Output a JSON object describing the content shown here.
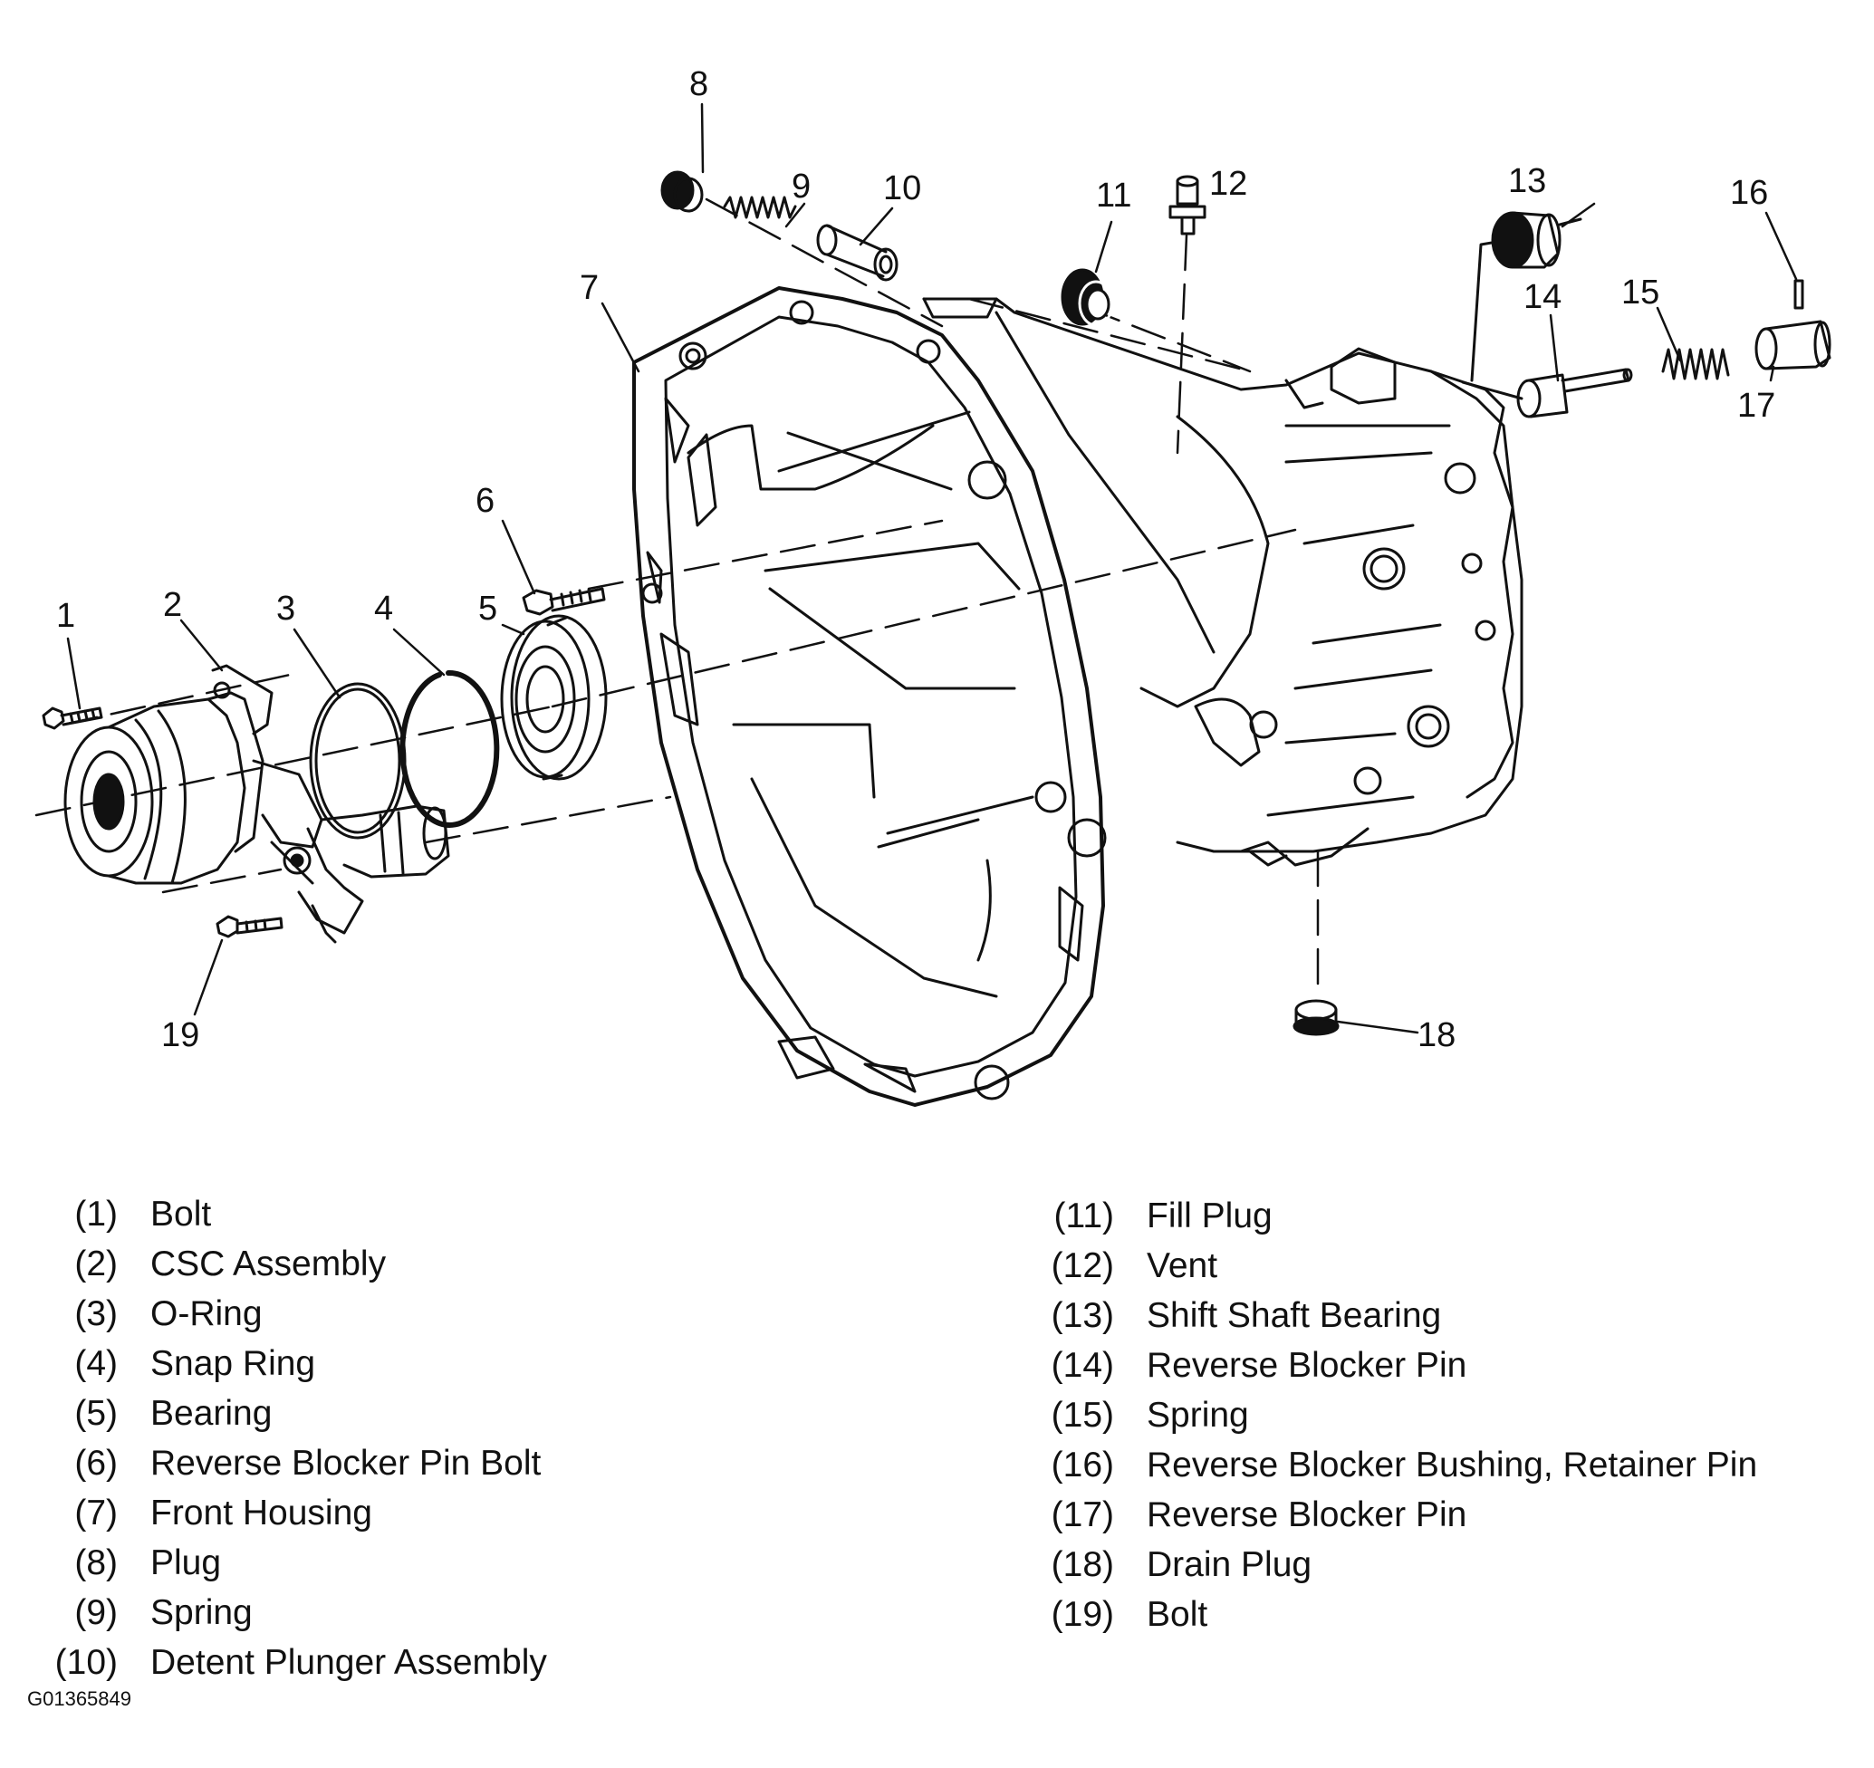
{
  "callouts": [
    "1",
    "2",
    "3",
    "4",
    "5",
    "6",
    "7",
    "8",
    "9",
    "10",
    "11",
    "12",
    "13",
    "14",
    "15",
    "16",
    "17",
    "18",
    "19"
  ],
  "legend_left": [
    {
      "num": "(1)",
      "label": "Bolt"
    },
    {
      "num": "(2)",
      "label": "CSC Assembly"
    },
    {
      "num": "(3)",
      "label": "O-Ring"
    },
    {
      "num": "(4)",
      "label": "Snap Ring"
    },
    {
      "num": "(5)",
      "label": "Bearing"
    },
    {
      "num": "(6)",
      "label": "Reverse Blocker Pin Bolt"
    },
    {
      "num": "(7)",
      "label": "Front Housing"
    },
    {
      "num": "(8)",
      "label": "Plug"
    },
    {
      "num": "(9)",
      "label": "Spring"
    },
    {
      "num": "(10)",
      "label": "Detent Plunger Assembly"
    }
  ],
  "legend_right": [
    {
      "num": "(11)",
      "label": "Fill Plug"
    },
    {
      "num": "(12)",
      "label": "Vent"
    },
    {
      "num": "(13)",
      "label": "Shift Shaft Bearing"
    },
    {
      "num": "(14)",
      "label": "Reverse Blocker Pin"
    },
    {
      "num": "(15)",
      "label": "Spring"
    },
    {
      "num": "(16)",
      "label": "Reverse Blocker Bushing, Retainer Pin"
    },
    {
      "num": "(17)",
      "label": "Reverse Blocker Pin"
    },
    {
      "num": "(18)",
      "label": "Drain Plug"
    },
    {
      "num": "(19)",
      "label": "Bolt"
    }
  ],
  "figure_id": "G01365849"
}
